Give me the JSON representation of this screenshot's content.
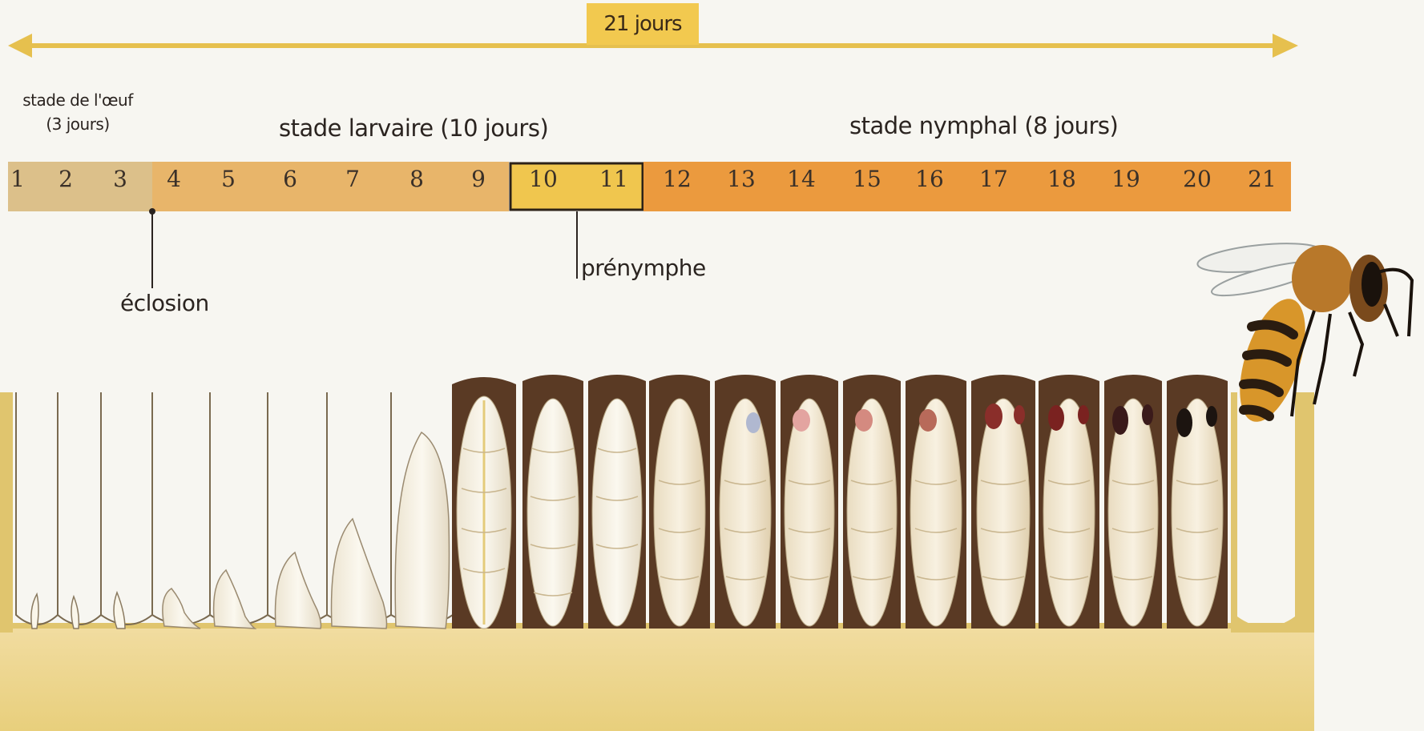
{
  "total_duration": "21 jours",
  "stages": {
    "egg_line1": "stade de l'œuf",
    "egg_line2": "(3 jours)",
    "larva": "stade larvaire (10 jours)",
    "nymph": "stade nymphal (8 jours)"
  },
  "days": [
    "1",
    "2",
    "3",
    "4",
    "5",
    "6",
    "7",
    "8",
    "9",
    "10",
    "11",
    "12",
    "13",
    "14",
    "15",
    "16",
    "17",
    "18",
    "19",
    "20",
    "21"
  ],
  "annotations": {
    "hatching": "éclosion",
    "prepupa": "prénymphe"
  },
  "colors": {
    "title_box": "#f2c94f",
    "arrow": "#e6c04e",
    "egg_band": "#dcc08a",
    "larva_band": "#e8b56a",
    "nymph_band": "#eb9a3e",
    "prepupa_box": "#f0c64e",
    "wax": "#ecd58f",
    "capped_cell": "#5a3a24",
    "larva_body": "#faf5e8",
    "bee_stripe": "#2a1c10",
    "bee_body": "#d8962a"
  }
}
